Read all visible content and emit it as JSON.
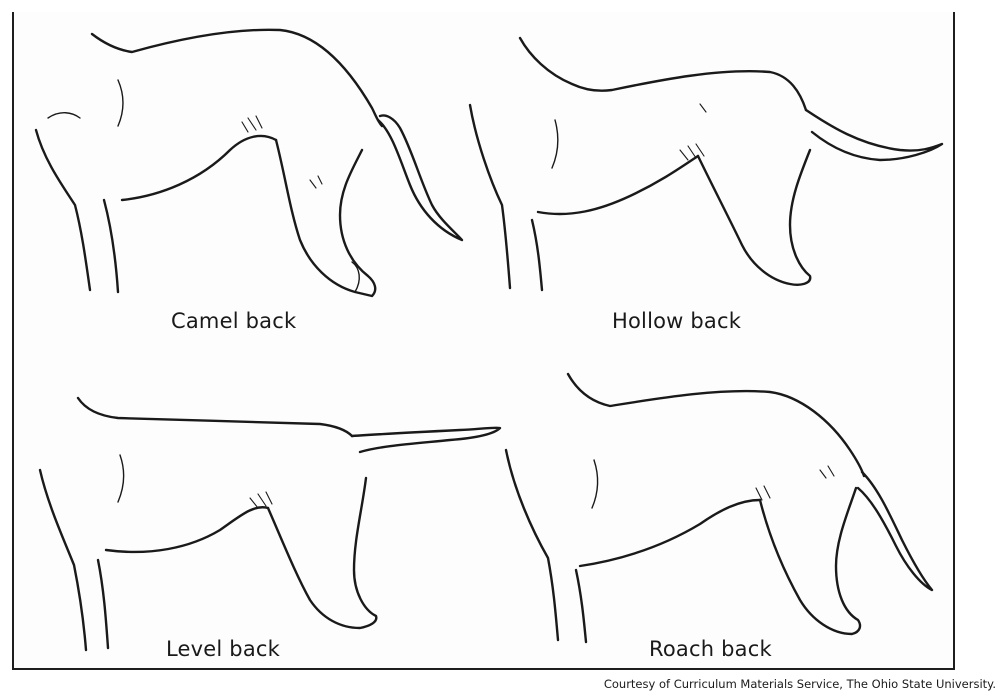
{
  "panels": [
    {
      "id": "camel",
      "label": "Camel back"
    },
    {
      "id": "hollow",
      "label": "Hollow back"
    },
    {
      "id": "level",
      "label": "Level back"
    },
    {
      "id": "roach",
      "label": "Roach back"
    }
  ],
  "caption": "Courtesy of Curriculum Materials Service, The Ohio State University."
}
